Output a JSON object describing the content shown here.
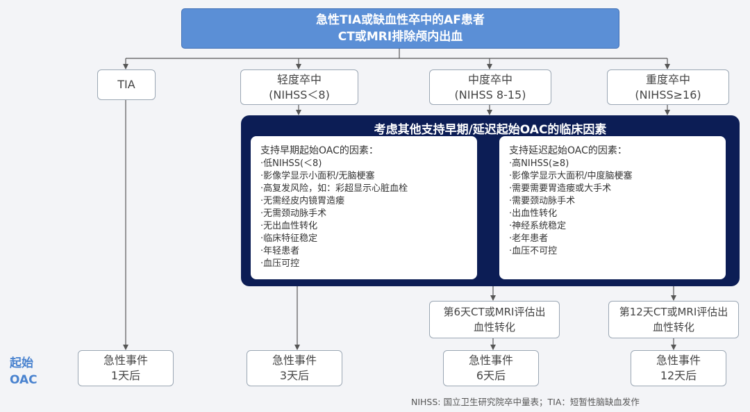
{
  "top": {
    "line1": "急性TIA或缺血性卒中的AF患者",
    "line2": "CT或MRI排除颅内出血"
  },
  "categories": [
    {
      "line1": "TIA",
      "line2": ""
    },
    {
      "line1": "轻度卒中",
      "line2": "(NIHSS＜8)"
    },
    {
      "line1": "中度卒中",
      "line2": "(NIHSS 8-15)"
    },
    {
      "line1": "重度卒中",
      "line2": "(NIHSS≥16)"
    }
  ],
  "panel": {
    "title": "考虑其他支持早期/延迟起始OAC的临床因素",
    "early": {
      "heading": "支持早期起始OAC的因素：",
      "items": [
        "·低NIHSS(＜8)",
        "·影像学显示小面积/无脑梗塞",
        "·高复发风险，如：彩超显示心脏血栓",
        "·无需经皮内镜胃造瘘",
        "·无需颈动脉手术",
        "·无出血性转化",
        "·临床特征稳定",
        "·年轻患者",
        "·血压可控"
      ]
    },
    "delayed": {
      "heading": "支持延迟起始OAC的因素：",
      "items": [
        "·高NIHSS(≥8)",
        "·影像学显示大面积/中度脑梗塞",
        "·需要需要胃造瘘或大手术",
        "·需要颈动脉手术",
        "·出血性转化",
        "·神经系统稳定",
        "·老年患者",
        "·血压不可控"
      ]
    }
  },
  "assess": [
    {
      "line1": "第6天CT或MRI评估出",
      "line2": "血性转化"
    },
    {
      "line1": "第12天CT或MRI评估出",
      "line2": "血性转化"
    }
  ],
  "outcomes": [
    {
      "line1": "急性事件",
      "line2": "1天后"
    },
    {
      "line1": "急性事件",
      "line2": "3天后"
    },
    {
      "line1": "急性事件",
      "line2": "6天后"
    },
    {
      "line1": "急性事件",
      "line2": "12天后"
    }
  ],
  "oac_label": {
    "line1": "起始",
    "line2": "OAC"
  },
  "footnote": "NIHSS:   国立卫生研究院卒中量表；TIA：短暂性脑缺血发作"
}
